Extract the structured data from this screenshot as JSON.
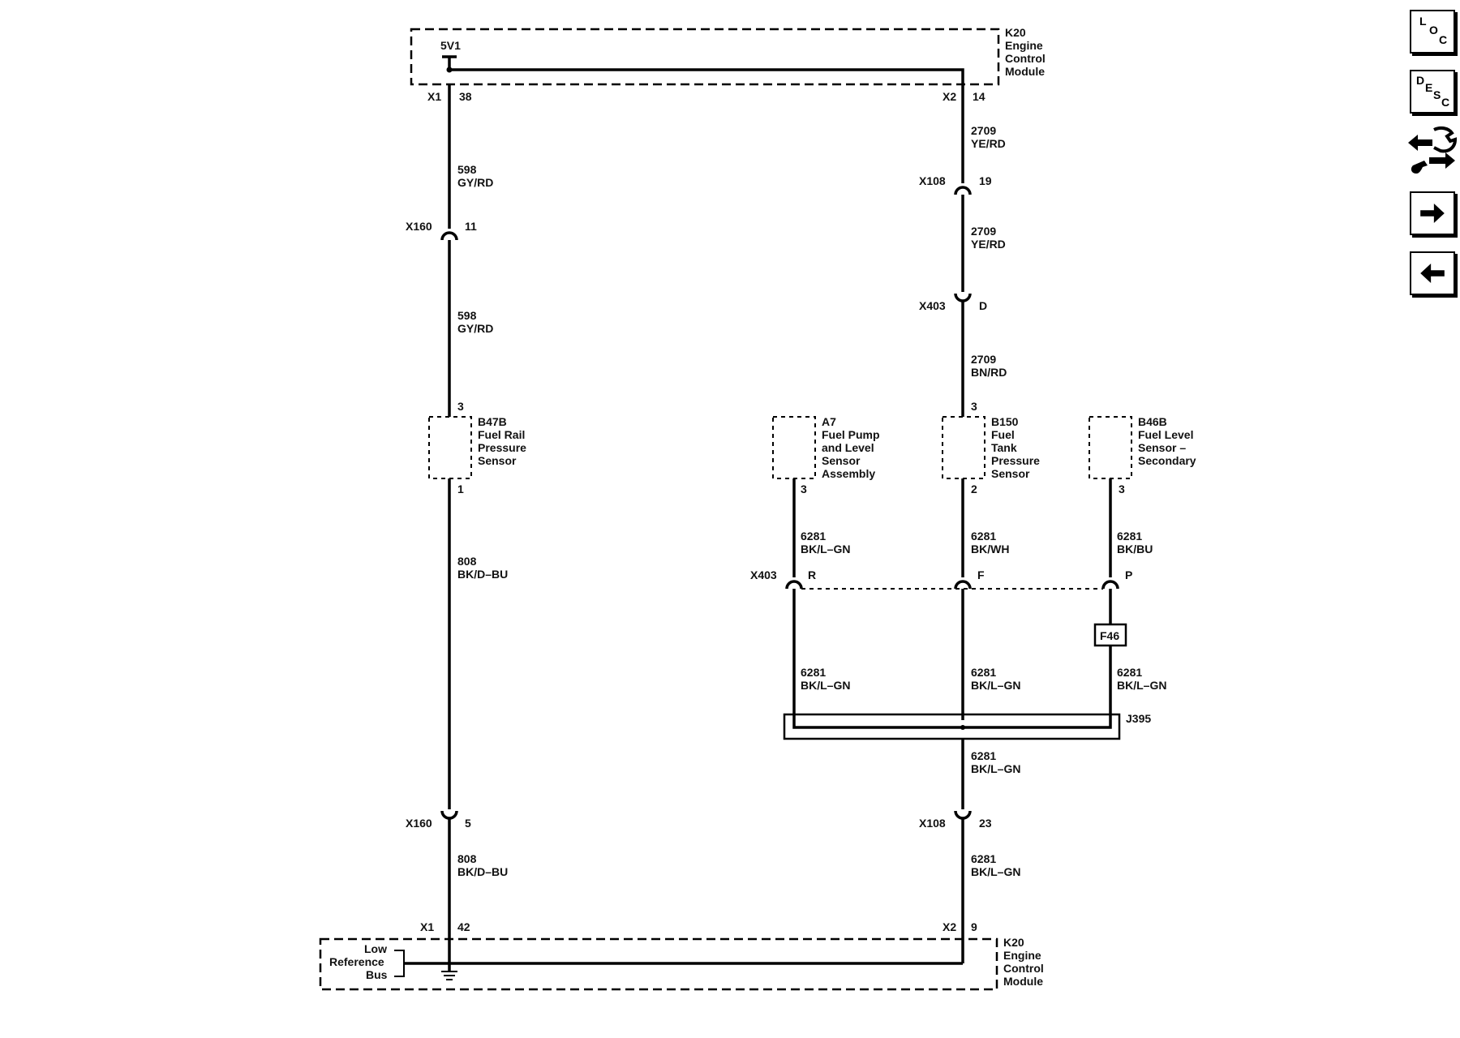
{
  "modules": {
    "ecm_top": {
      "id": "K20",
      "name_lines": [
        "Engine",
        "Control",
        "Module"
      ]
    },
    "ecm_bottom": {
      "id": "K20",
      "name_lines": [
        "Engine",
        "Control",
        "Module"
      ]
    }
  },
  "supply": {
    "label": "5V1"
  },
  "low_reference": {
    "lines": [
      "Low",
      "Reference",
      "Bus"
    ]
  },
  "pins": {
    "ecm_x1_38": {
      "connector": "X1",
      "pin": "38"
    },
    "ecm_x2_14": {
      "connector": "X2",
      "pin": "14"
    },
    "ecm_x1_42": {
      "connector": "X1",
      "pin": "42"
    },
    "ecm_x2_9": {
      "connector": "X2",
      "pin": "9"
    },
    "x160_11": {
      "connector": "X160",
      "pin": "11"
    },
    "x160_5": {
      "connector": "X160",
      "pin": "5"
    },
    "x108_19": {
      "connector": "X108",
      "pin": "19"
    },
    "x108_23": {
      "connector": "X108",
      "pin": "23"
    },
    "x403_d": {
      "connector": "X403",
      "pin": "D"
    },
    "x403_r": {
      "connector": "X403",
      "pin": "R"
    },
    "x403_f": {
      "pin": "F"
    },
    "x403_p": {
      "pin": "P"
    }
  },
  "components": {
    "b47b": {
      "id": "B47B",
      "name_lines": [
        "Fuel Rail",
        "Pressure",
        "Sensor"
      ],
      "pin_top": "3",
      "pin_bottom": "1"
    },
    "a7": {
      "id": "A7",
      "name_lines": [
        "Fuel Pump",
        "and Level",
        "Sensor",
        "Assembly"
      ],
      "pin_bottom": "3"
    },
    "b150": {
      "id": "B150",
      "name_lines": [
        "Fuel",
        "Tank",
        "Pressure",
        "Sensor"
      ],
      "pin_top": "3",
      "pin_bottom": "2"
    },
    "b46b": {
      "id": "B46B",
      "name_lines": [
        "Fuel Level",
        "Sensor –",
        "Secondary"
      ],
      "pin_bottom": "3"
    }
  },
  "splice": {
    "id": "J395"
  },
  "inline_part": {
    "id": "F46"
  },
  "wires": {
    "w_2709_a": {
      "circuit": "2709",
      "color": "YE/RD"
    },
    "w_2709_b": {
      "circuit": "2709",
      "color": "YE/RD"
    },
    "w_2709_c": {
      "circuit": "2709",
      "color": "BN/RD"
    },
    "w_598_a": {
      "circuit": "598",
      "color": "GY/RD"
    },
    "w_598_b": {
      "circuit": "598",
      "color": "GY/RD"
    },
    "w_808_a": {
      "circuit": "808",
      "color": "BK/D–BU"
    },
    "w_808_b": {
      "circuit": "808",
      "color": "BK/D–BU"
    },
    "w_6281_a7_up": {
      "circuit": "6281",
      "color": "BK/L–GN"
    },
    "w_6281_b150_up": {
      "circuit": "6281",
      "color": "BK/WH"
    },
    "w_6281_b46_up": {
      "circuit": "6281",
      "color": "BK/BU"
    },
    "w_6281_a7_low": {
      "circuit": "6281",
      "color": "BK/L–GN"
    },
    "w_6281_b150_low": {
      "circuit": "6281",
      "color": "BK/L–GN"
    },
    "w_6281_b46_low": {
      "circuit": "6281",
      "color": "BK/L–GN"
    },
    "w_6281_splice_out": {
      "circuit": "6281",
      "color": "BK/L–GN"
    },
    "w_6281_ground": {
      "circuit": "6281",
      "color": "BK/L–GN"
    }
  },
  "nav": {
    "loc": {
      "letters": [
        "L",
        "O",
        "C"
      ]
    },
    "desc": {
      "letters": [
        "D",
        "E",
        "S",
        "C"
      ]
    },
    "tools_icon": "wrench-arrows-icon",
    "next_icon": "arrow-right-icon",
    "prev_icon": "arrow-left-icon"
  }
}
